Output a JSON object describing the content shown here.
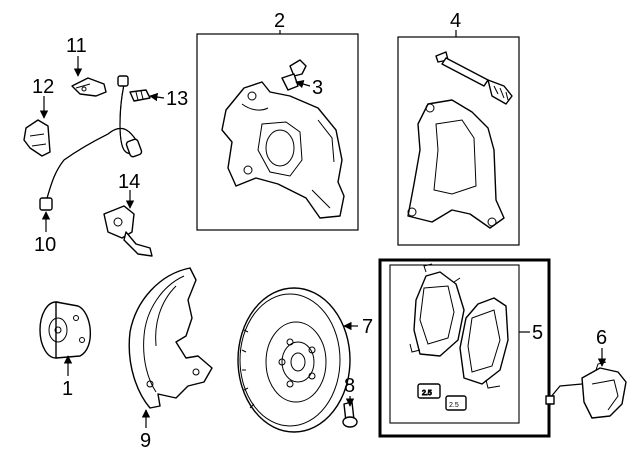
{
  "callouts": {
    "c1": "1",
    "c2": "2",
    "c3": "3",
    "c4": "4",
    "c5": "5",
    "c6": "6",
    "c7": "7",
    "c8": "8",
    "c9": "9",
    "c10": "10",
    "c11": "11",
    "c12": "12",
    "c13": "13",
    "c14": "14"
  },
  "pad_labels": {
    "clip_a": "2.5",
    "clip_b": "2.5"
  },
  "colors": {
    "line": "#000000",
    "background": "#ffffff"
  }
}
